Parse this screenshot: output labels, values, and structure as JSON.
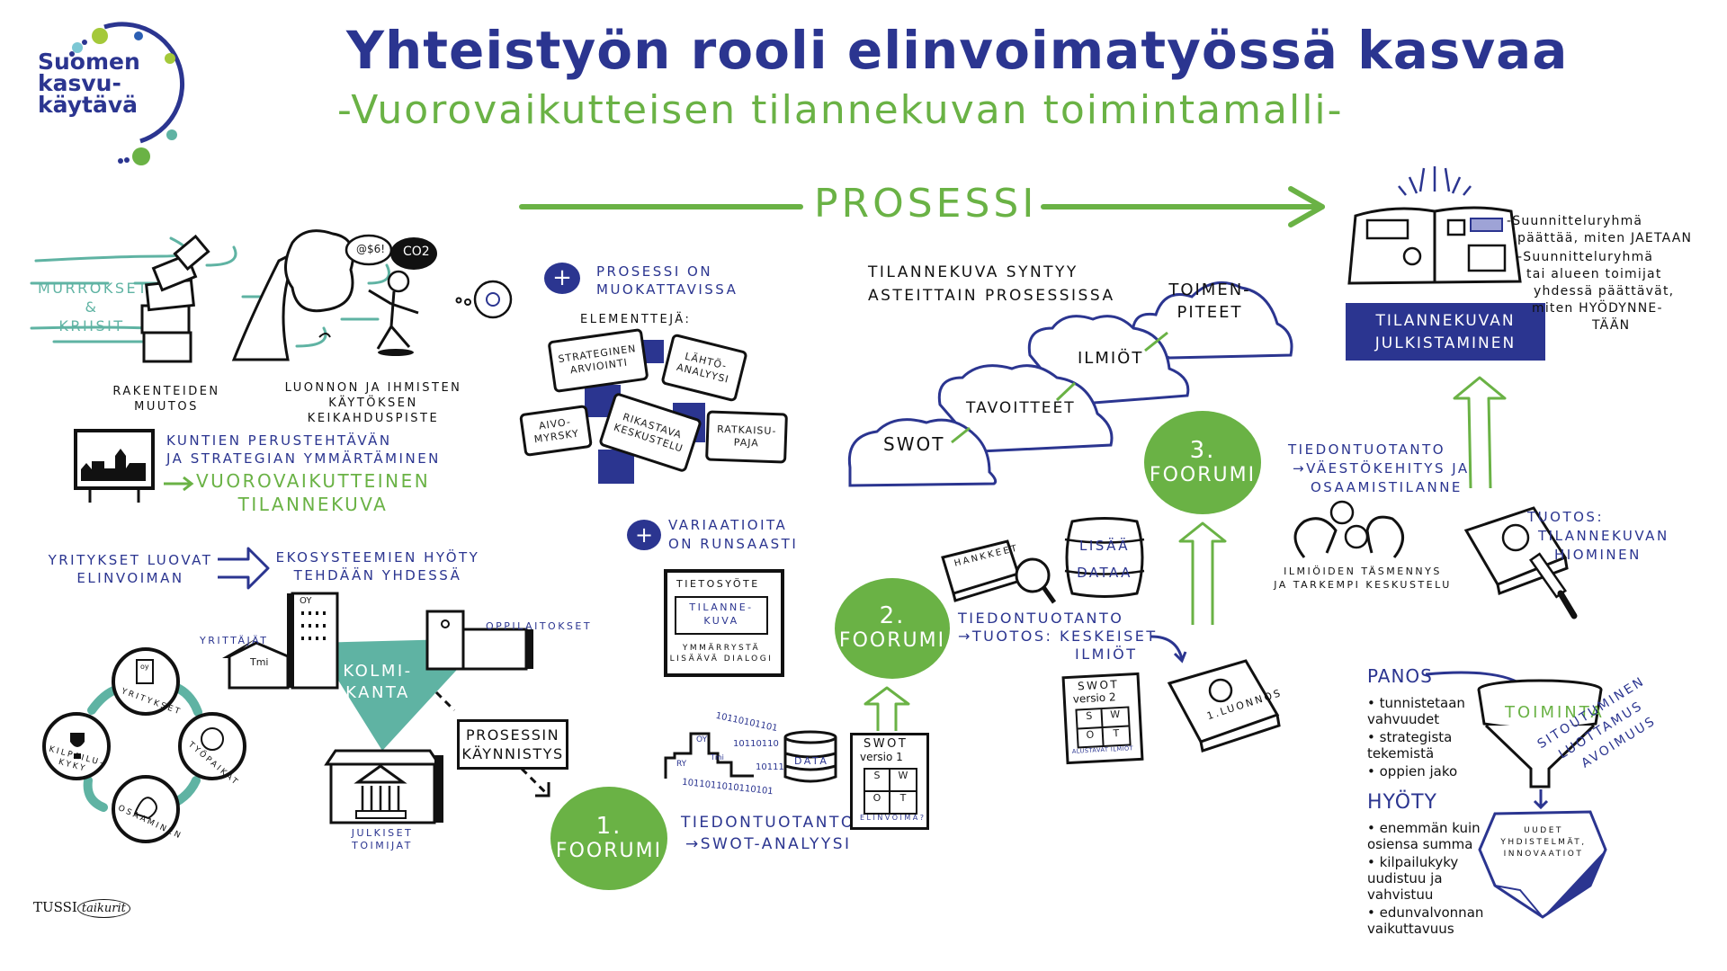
{
  "logo": {
    "line1": "Suomen",
    "line2": "kasvu-",
    "line3": "käytävä"
  },
  "title": "Yhteistyön rooli elinvoimatyössä kasvaa",
  "subtitle": "-Vuorovaikutteisen tilannekuvan toimintamalli-",
  "process_header": "PROSESSI",
  "crisis": {
    "wind_label": [
      "MURROKSET",
      "&",
      "KRIISIT"
    ],
    "structures_label": [
      "RAKENTEIDEN",
      "MUUTOS"
    ],
    "tipping_label": [
      "LUONNON JA IHMISTEN",
      "KÄYTÖKSEN KEIKAHDUSPISTE"
    ],
    "speech_symbols": "@$6!",
    "co2": "CO2"
  },
  "municipal": {
    "line1": "KUNTIEN PERUSTEHTÄVÄN",
    "line2": "JA STRATEGIAN YMMÄRTÄMINEN",
    "result1": "VUOROVAIKUTTEINEN",
    "result2": "TILANNEKUVA"
  },
  "ecosystem": {
    "left1": "YRITYKSET LUOVAT",
    "left2": "ELINVOIMAN",
    "right1": "EKOSYSTEEMIEN HYÖTY",
    "right2": "TEHDÄÄN YHDESSÄ"
  },
  "cycle": {
    "items": [
      "YRITYKSET",
      "TYÖPAIKAT",
      "OSAAMINEN",
      "KILPAILU-KYKY"
    ],
    "company_sign": "oy"
  },
  "kolmikanta": {
    "label1": "KOLMI-",
    "label2": "KANTA",
    "entrepreneurs": "YRITTÄJÄT",
    "schools": "OPPILAITOKSET",
    "public1": "JULKISET",
    "public2": "TOIMIJAT",
    "tower_sign": "OY",
    "shop_sign": "Tmi",
    "start1": "PROSESSIN",
    "start2": "KÄYNNISTYS"
  },
  "modifiable": {
    "line1": "PROSESSI ON",
    "line2": "MUOKATTAVISSA",
    "elements_label": "ELEMENTTEJÄ:",
    "pieces": [
      "STRATEGINEN ARVIOINTI",
      "LÄHTÖ-ANALYYSI",
      "AIVO-MYRSKY",
      "RIKASTAVA KESKUSTELU",
      "RATKAISU-PAJA"
    ]
  },
  "variations": {
    "line1": "VARIAATIOITA",
    "line2": "ON RUNSAASTI",
    "tv_title": "TIETOSYÖTE",
    "tv_box1": "TILANNE-",
    "tv_box2": "KUVA",
    "tv_bottom1": "YMMÄRRYSTÄ",
    "tv_bottom2": "LISÄÄVÄ DIALOGI"
  },
  "forum1": {
    "num": "1.",
    "label": "FOORUMI",
    "text1": "TIEDONTUOTANTO",
    "text2": "→SWOT-ANALYYSI",
    "data_label": "DATA",
    "binary1": "10110101101",
    "binary2": "10110110",
    "binary3": "10111",
    "binary4": "1011011010110101",
    "buildings": [
      "RY",
      "OY",
      "Tmi"
    ],
    "swot_title": "SWOT",
    "swot_version": "versio 1",
    "swot_cells": [
      "S",
      "W",
      "O",
      "T"
    ],
    "swot_footer": "ELINVOIMA?"
  },
  "forum2": {
    "num": "2.",
    "label": "FOORUMI",
    "briefcase": "HANKKEET",
    "barrel1": "LISÄÄ",
    "barrel2": "DATAA",
    "text1": "TIEDONTUOTANTO",
    "text2": "→TUOTOS: KESKEISET",
    "text3": "ILMIÖT",
    "swot_title": "SWOT",
    "swot_version": "versio 2",
    "swot_cells": [
      "S",
      "W",
      "O",
      "T"
    ],
    "swot_footer": "ALUSTAVAT ILMIÖT",
    "draft": "1.LUONNOS"
  },
  "clouds": {
    "heading1": "TILANNEKUVA SYNTYY",
    "heading2": "ASTEITTAIN PROSESSISSA",
    "items": [
      "SWOT",
      "TAVOITTEET",
      "ILMIÖT",
      "TOIMEN-PITEET"
    ]
  },
  "forum3": {
    "num": "3.",
    "label": "FOORUMI",
    "text1": "TIEDONTUOTANTO",
    "text2": "→VÄESTÖKEHITYS JA",
    "text3": "OSAAMISTILANNE",
    "discussion1": "ILMIÖIDEN TÄSMENNYS",
    "discussion2": "JA TARKEMPI KESKUSTELU",
    "output1": "TUOTOS:",
    "output2": "TILANNEKUVAN",
    "output3": "HIOMINEN"
  },
  "publish": {
    "box1": "TILANNEKUVAN",
    "box2": "JULKISTAMINEN",
    "note1a": "-Suunnitteluryhmä",
    "note1b": "päättää, miten JAETAAN",
    "note2a": "-Suunnitteluryhmä",
    "note2b": "tai alueen toimijat",
    "note2c": "yhdessä päättävät,",
    "note2d": "miten HYÖDYNNE-",
    "note2e": "TÄÄN"
  },
  "funnel": {
    "input_title": "PANOS",
    "inputs": [
      "tunnistetaan vahvuudet",
      "strategista tekemistä",
      "oppien jako"
    ],
    "funnel_label": "TOIMINTA",
    "values": [
      "SITOUTUMINEN",
      "LUOTTAMUS",
      "AVOIMUUS"
    ],
    "gem1": "UUDET",
    "gem2": "YHDISTELMÄT,",
    "gem3": "INNOVAATIOT",
    "benefit_title": "HYÖTY",
    "benefits": [
      "enemmän kuin osiensa summa",
      "kilpailukyky uudistuu ja vahvistuu",
      "edunvalvonnan vaikuttavuus"
    ]
  },
  "credit": {
    "brand1": "TUSSI",
    "brand2": "taikurit"
  },
  "colors": {
    "navy": "#2b3590",
    "green": "#6ab245",
    "teal": "#5fb3a3",
    "ink": "#111111"
  }
}
